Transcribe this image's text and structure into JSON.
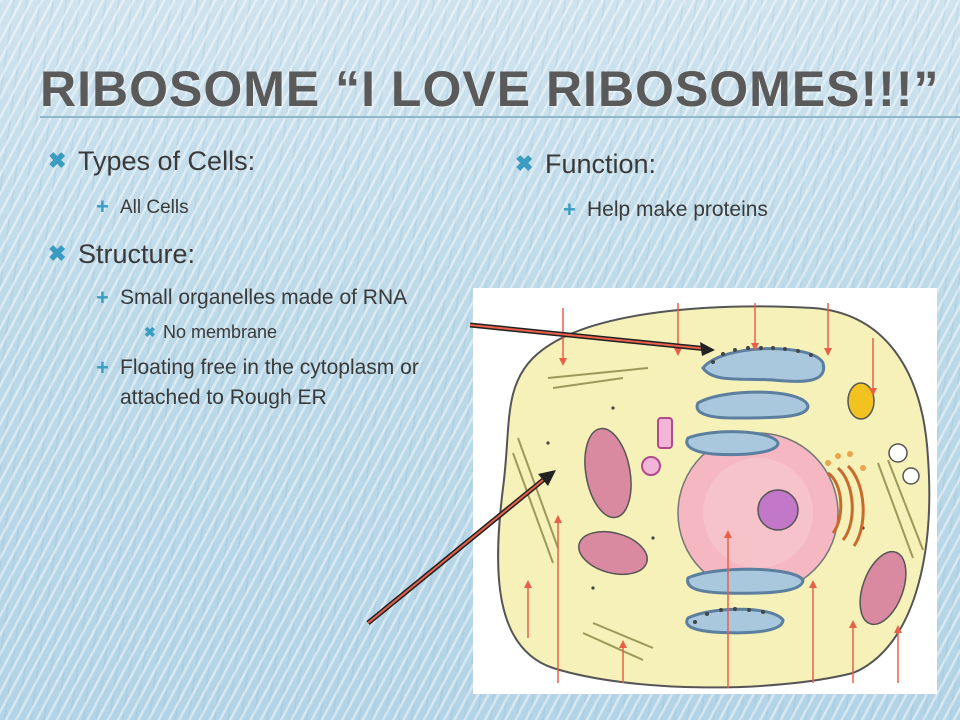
{
  "title": "Ribosome  “I love ribosomes!!!”",
  "left": {
    "types_label": "Types of Cells:",
    "types_value": "All Cells",
    "structure_label": "Structure:",
    "structure_item1": "Small organelles made of RNA",
    "structure_sub1": "No membrane",
    "structure_item2": "Floating free in the cytoplasm or attached to Rough ER"
  },
  "right": {
    "function_label": "Function:",
    "function_value": "Help make proteins"
  },
  "icons": {
    "level1": "x-bullet-icon",
    "level2": "plus-bullet-icon",
    "level3": "small-x-bullet-icon"
  },
  "colors": {
    "bullet": "#3a9cc0",
    "cytoplasm": "#f6f1b8",
    "nucleus": "#f5b8c2",
    "nucleolus": "#c277c9",
    "er": "#a9c8de",
    "arrow": "#e8604a"
  }
}
